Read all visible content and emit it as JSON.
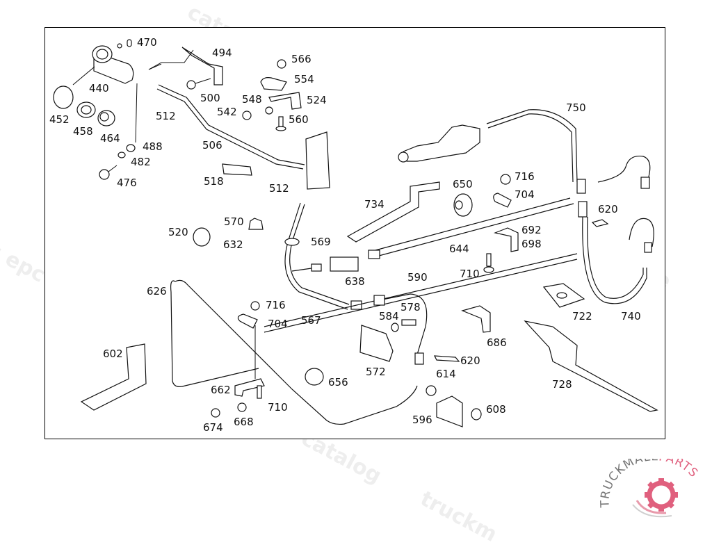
{
  "diagram": {
    "type": "exploded-parts-diagram",
    "subject": "clutch hydraulic lines and brackets",
    "labels": [
      {
        "id": "470",
        "text": "470"
      },
      {
        "id": "494",
        "text": "494"
      },
      {
        "id": "440",
        "text": "440"
      },
      {
        "id": "452",
        "text": "452"
      },
      {
        "id": "458",
        "text": "458"
      },
      {
        "id": "464",
        "text": "464"
      },
      {
        "id": "488",
        "text": "488"
      },
      {
        "id": "482",
        "text": "482"
      },
      {
        "id": "476",
        "text": "476"
      },
      {
        "id": "500",
        "text": "500"
      },
      {
        "id": "512a",
        "text": "512"
      },
      {
        "id": "506",
        "text": "506"
      },
      {
        "id": "518",
        "text": "518"
      },
      {
        "id": "512b",
        "text": "512"
      },
      {
        "id": "542",
        "text": "542"
      },
      {
        "id": "548",
        "text": "548"
      },
      {
        "id": "566",
        "text": "566"
      },
      {
        "id": "554",
        "text": "554"
      },
      {
        "id": "524",
        "text": "524"
      },
      {
        "id": "560",
        "text": "560"
      },
      {
        "id": "750",
        "text": "750"
      },
      {
        "id": "716a",
        "text": "716"
      },
      {
        "id": "704a",
        "text": "704"
      },
      {
        "id": "650",
        "text": "650"
      },
      {
        "id": "734",
        "text": "734"
      },
      {
        "id": "620a",
        "text": "620"
      },
      {
        "id": "692",
        "text": "692"
      },
      {
        "id": "698",
        "text": "698"
      },
      {
        "id": "644",
        "text": "644"
      },
      {
        "id": "710a",
        "text": "710"
      },
      {
        "id": "570",
        "text": "570"
      },
      {
        "id": "520",
        "text": "520"
      },
      {
        "id": "632",
        "text": "632"
      },
      {
        "id": "569",
        "text": "569"
      },
      {
        "id": "638",
        "text": "638"
      },
      {
        "id": "590",
        "text": "590"
      },
      {
        "id": "626",
        "text": "626"
      },
      {
        "id": "716b",
        "text": "716"
      },
      {
        "id": "704b",
        "text": "704"
      },
      {
        "id": "567",
        "text": "567"
      },
      {
        "id": "584",
        "text": "584"
      },
      {
        "id": "578",
        "text": "578"
      },
      {
        "id": "686",
        "text": "686"
      },
      {
        "id": "722",
        "text": "722"
      },
      {
        "id": "740",
        "text": "740"
      },
      {
        "id": "602",
        "text": "602"
      },
      {
        "id": "572",
        "text": "572"
      },
      {
        "id": "620b",
        "text": "620"
      },
      {
        "id": "614",
        "text": "614"
      },
      {
        "id": "656",
        "text": "656"
      },
      {
        "id": "662",
        "text": "662"
      },
      {
        "id": "710b",
        "text": "710"
      },
      {
        "id": "728",
        "text": "728"
      },
      {
        "id": "674",
        "text": "674"
      },
      {
        "id": "668",
        "text": "668"
      },
      {
        "id": "596",
        "text": "596"
      },
      {
        "id": "608",
        "text": "608"
      }
    ]
  },
  "watermarks": [
    "truckmall.ru epc catalog",
    "truckmall.ru epc catalog",
    "u epc catalog",
    "truckmall.ru epc",
    "catalog",
    "truckmall.ru e",
    "pc catalog",
    "truckm"
  ],
  "logo": {
    "text_main": "TRUCKMALL",
    "text_accent": "PARTS",
    "accent_color": "#e0607e",
    "main_color": "#777777"
  }
}
